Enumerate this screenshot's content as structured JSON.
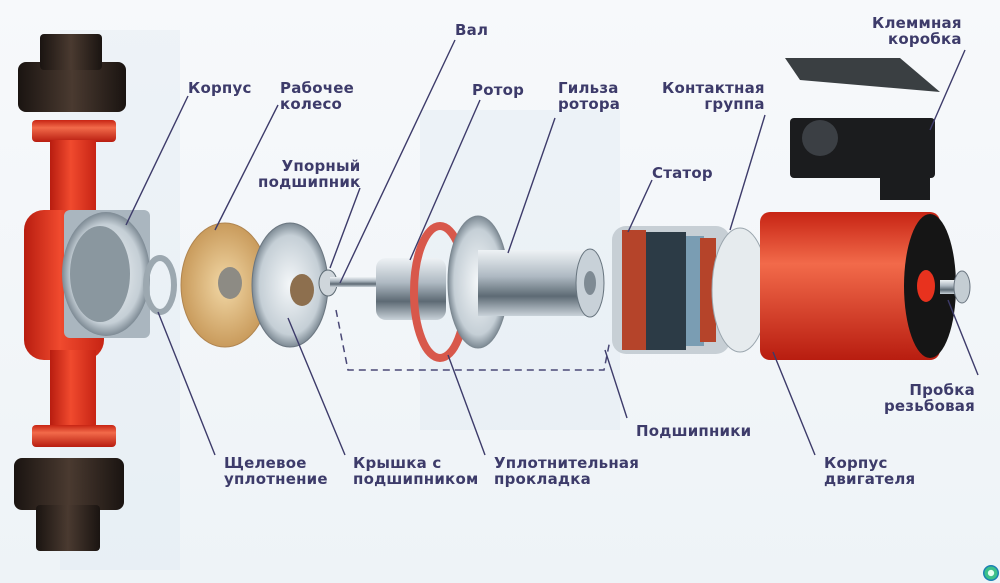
{
  "diagram": {
    "title": "Exploded view of circulation pump",
    "label_color": "#3d3b6a",
    "colors": {
      "pump_body": "#e8321e",
      "nut": "#2a211c",
      "impeller": "#d9b27a",
      "metal": "#b8c3cc",
      "gasket": "#d8584b",
      "stator_winding": "#b5442a",
      "stator_core": "#2c3b46"
    },
    "labels": {
      "korpus": {
        "lines": [
          "Корпус"
        ]
      },
      "rabochee_koleso": {
        "lines": [
          "Рабочее",
          "колесо"
        ]
      },
      "upornyi_podshipnik": {
        "lines": [
          "Упорный",
          "подшипник"
        ]
      },
      "val": {
        "lines": [
          "Вал"
        ]
      },
      "rotor": {
        "lines": [
          "Ротор"
        ]
      },
      "gilza_rotora": {
        "lines": [
          "Гильза",
          "ротора"
        ]
      },
      "kontaktnaya_gruppa": {
        "lines": [
          "Контактная",
          "группа"
        ]
      },
      "klemmnaya_korobka": {
        "lines": [
          "Клеммная",
          "коробка"
        ]
      },
      "stator": {
        "lines": [
          "Статор"
        ]
      },
      "shchelevoe_uplotnenie": {
        "lines": [
          "Щелевое",
          "уплотнение"
        ]
      },
      "kryshka_s_podshipnikom": {
        "lines": [
          "Крышка с",
          "подшипником"
        ]
      },
      "uplotnitelnaya_prokladka": {
        "lines": [
          "Уплотнительная",
          "прокладка"
        ]
      },
      "podshipniki": {
        "lines": [
          "Подшипники"
        ]
      },
      "korpus_dvigatelya": {
        "lines": [
          "Корпус",
          "двигателя"
        ]
      },
      "probka_rezbovaya": {
        "lines": [
          "Пробка",
          "резьбовая"
        ]
      }
    }
  }
}
